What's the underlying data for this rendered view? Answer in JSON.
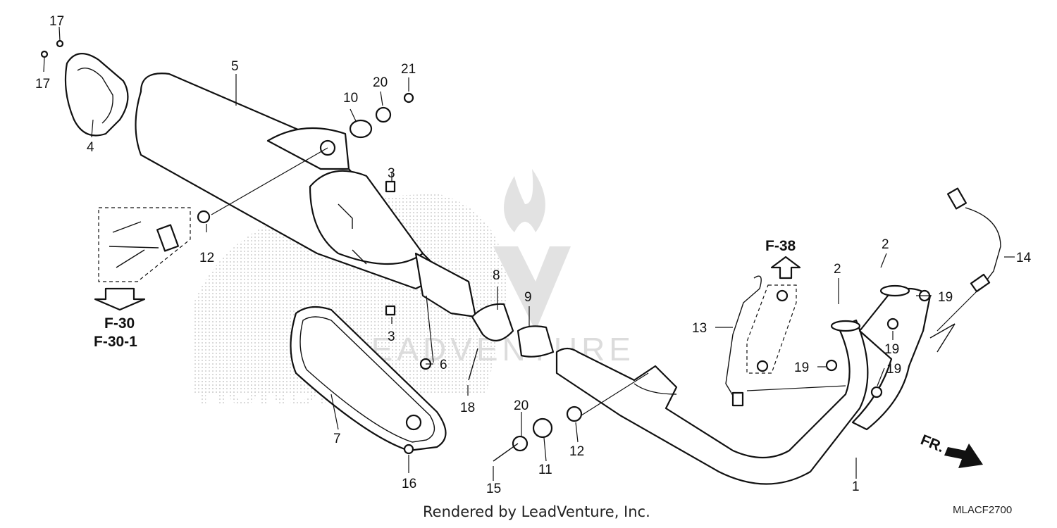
{
  "callouts": [
    "17",
    "17",
    "4",
    "5",
    "10",
    "20",
    "21",
    "3",
    "12",
    "3",
    "8",
    "9",
    "6",
    "7",
    "18",
    "20",
    "11",
    "12",
    "16",
    "15",
    "13",
    "2",
    "2",
    "14",
    "19",
    "19",
    "19",
    "19",
    "1"
  ],
  "refs": {
    "f30": "F-30",
    "f30_1": "F-30-1",
    "f38": "F-38",
    "fr": "FR."
  },
  "footer": {
    "credit": "Rendered by LeadVenture, Inc.",
    "code": "MLACF2700"
  },
  "watermark": {
    "text": "LEADVENTURE",
    "brand": "HONDA"
  },
  "colors": {
    "line": "#111111",
    "watermark": "#d0d0d0",
    "background": "#ffffff"
  }
}
